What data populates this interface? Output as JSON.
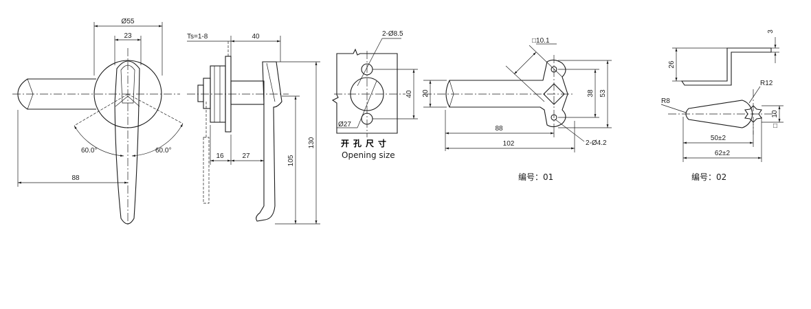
{
  "view1": {
    "dim_outer_dia": "Ø55",
    "dim_width": "23",
    "dim_angle_left": "60.0°",
    "dim_angle_right": "60.0°",
    "dim_length": "88"
  },
  "view2": {
    "dim_thickness": "Ts=1-8",
    "dim_depth": "40",
    "dim_16": "16",
    "dim_27": "27",
    "dim_105": "105",
    "dim_130": "130"
  },
  "view3": {
    "dim_holes": "2-Ø8.5",
    "dim_center": "Ø27",
    "dim_height": "40",
    "title_cn": "开孔尺寸",
    "title_en": "Opening size"
  },
  "view4": {
    "dim_square": "□10.1",
    "dim_20": "20",
    "dim_38": "38",
    "dim_53": "53",
    "dim_88": "88",
    "dim_102": "102",
    "dim_holes": "2-Ø4.2",
    "label": "编号：01"
  },
  "view5": {
    "dim_3": "3",
    "dim_26": "26",
    "dim_r8": "R8",
    "dim_r12": "R12",
    "dim_10": "10",
    "dim_square": "□",
    "dim_50": "50±2",
    "dim_62": "62±2",
    "label": "编号：02"
  }
}
